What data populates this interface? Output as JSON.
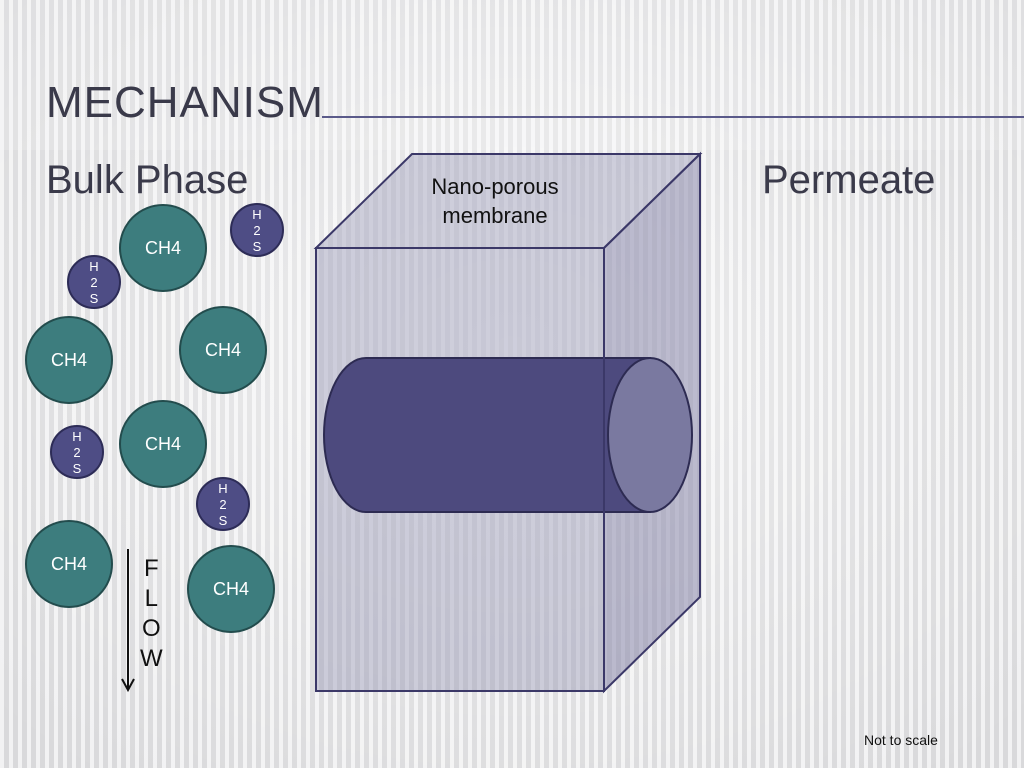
{
  "slide": {
    "title": "Mechanism",
    "left_heading": "Bulk Phase",
    "right_heading": "Permeate",
    "membrane_label": "Nano-porous membrane",
    "flow_label": "F\nL\nO\nW",
    "footnote": "Not to scale"
  },
  "molecules": [
    {
      "kind": "CH4",
      "label": "CH4"
    },
    {
      "kind": "H2S",
      "label": "H\n2\nS"
    },
    {
      "kind": "H2S",
      "label": "H\n2\nS"
    },
    {
      "kind": "CH4",
      "label": "CH4"
    },
    {
      "kind": "CH4",
      "label": "CH4"
    },
    {
      "kind": "CH4",
      "label": "CH4"
    },
    {
      "kind": "H2S",
      "label": "H\n2\nS"
    },
    {
      "kind": "H2S",
      "label": "H\n2\nS"
    },
    {
      "kind": "CH4",
      "label": "CH4"
    },
    {
      "kind": "CH4",
      "label": "CH4"
    }
  ],
  "colors": {
    "ch4_fill": "#3d7d7e",
    "h2s_fill": "#4e4d85",
    "pore_fill": "#4d4a7e",
    "box_stroke": "#3b3868"
  }
}
